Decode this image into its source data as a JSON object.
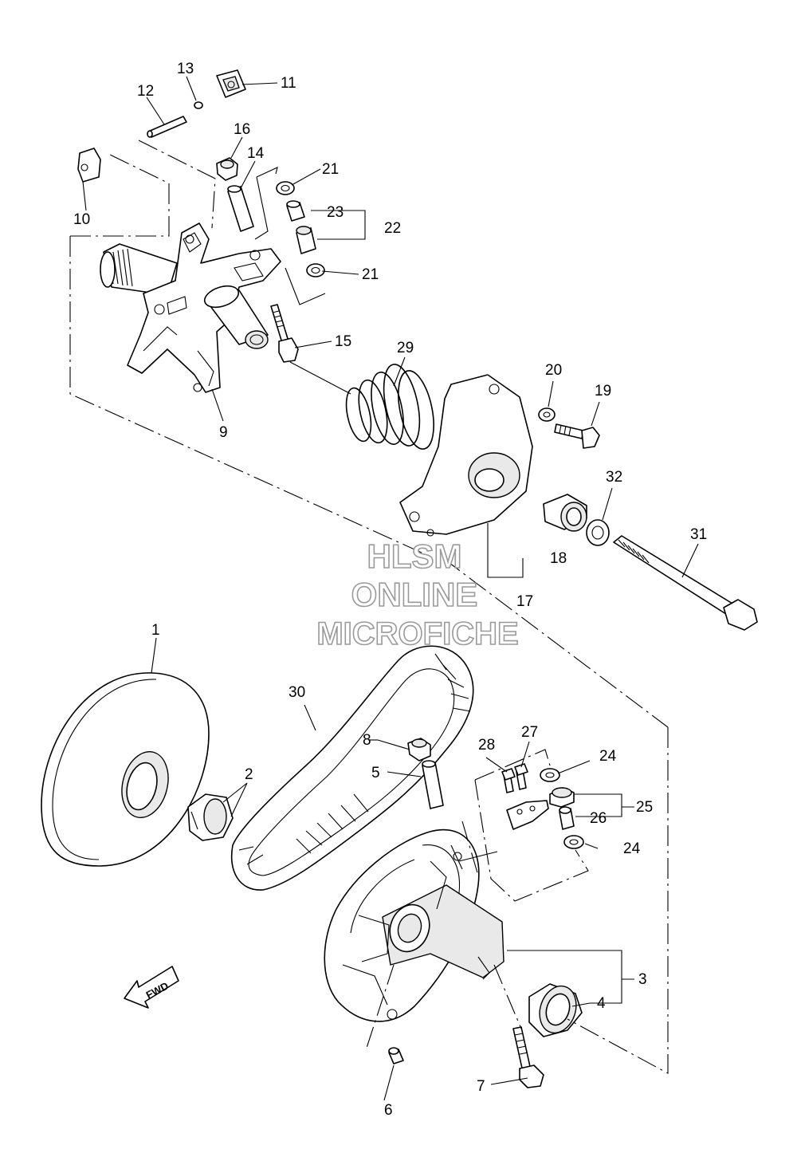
{
  "callouts": {
    "c1": "1",
    "c2": "2",
    "c3": "3",
    "c4": "4",
    "c5": "5",
    "c6": "6",
    "c7": "7",
    "c8": "8",
    "c9": "9",
    "c10": "10",
    "c11": "11",
    "c12": "12",
    "c13": "13",
    "c14": "14",
    "c15": "15",
    "c16": "16",
    "c17": "17",
    "c18": "18",
    "c19": "19",
    "c20": "20",
    "c21a": "21",
    "c21b": "21",
    "c22": "22",
    "c23": "23",
    "c24a": "24",
    "c24b": "24",
    "c25": "25",
    "c26": "26",
    "c27": "27",
    "c28": "28",
    "c29": "29",
    "c30": "30",
    "c31": "31",
    "c32": "32"
  },
  "watermark": {
    "line1": "HLSM",
    "line2": "ONLINE",
    "line3": "MICROFICHE"
  },
  "fwd_label": "FWD"
}
